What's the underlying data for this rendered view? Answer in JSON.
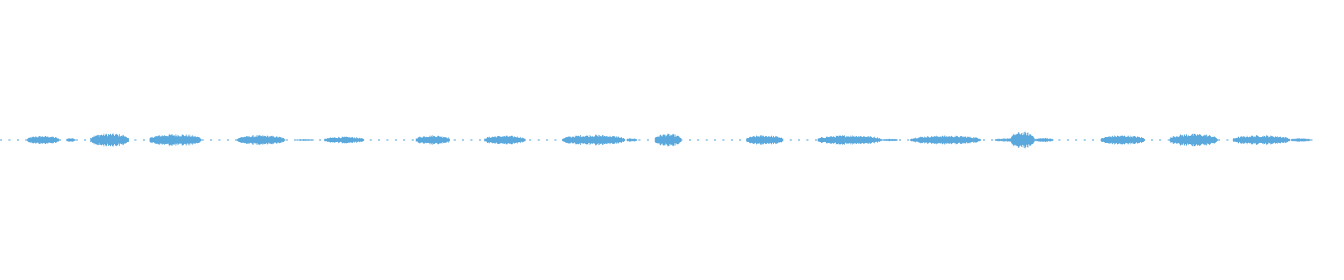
{
  "waveform": {
    "color": "#5aa8dc",
    "background": "#ffffff",
    "duration_fraction_with_audio": 0.98,
    "segments": [
      {
        "start": 0.02,
        "end": 0.044,
        "level": 0.28
      },
      {
        "start": 0.049,
        "end": 0.056,
        "level": 0.14
      },
      {
        "start": 0.067,
        "end": 0.096,
        "level": 0.45
      },
      {
        "start": 0.111,
        "end": 0.15,
        "level": 0.4
      },
      {
        "start": 0.176,
        "end": 0.212,
        "level": 0.32
      },
      {
        "start": 0.219,
        "end": 0.234,
        "level": 0.05
      },
      {
        "start": 0.241,
        "end": 0.271,
        "level": 0.22
      },
      {
        "start": 0.309,
        "end": 0.335,
        "level": 0.32
      },
      {
        "start": 0.36,
        "end": 0.391,
        "level": 0.3
      },
      {
        "start": 0.418,
        "end": 0.465,
        "level": 0.35
      },
      {
        "start": 0.466,
        "end": 0.474,
        "level": 0.12
      },
      {
        "start": 0.487,
        "end": 0.507,
        "level": 0.42
      },
      {
        "start": 0.555,
        "end": 0.583,
        "level": 0.32
      },
      {
        "start": 0.608,
        "end": 0.656,
        "level": 0.32
      },
      {
        "start": 0.657,
        "end": 0.668,
        "level": 0.08
      },
      {
        "start": 0.677,
        "end": 0.73,
        "level": 0.3
      },
      {
        "start": 0.74,
        "end": 0.76,
        "level": 0.12
      },
      {
        "start": 0.752,
        "end": 0.77,
        "level": 0.55
      },
      {
        "start": 0.77,
        "end": 0.784,
        "level": 0.14
      },
      {
        "start": 0.819,
        "end": 0.852,
        "level": 0.32
      },
      {
        "start": 0.87,
        "end": 0.906,
        "level": 0.42
      },
      {
        "start": 0.917,
        "end": 0.96,
        "level": 0.32
      },
      {
        "start": 0.96,
        "end": 0.975,
        "level": 0.12
      }
    ]
  }
}
